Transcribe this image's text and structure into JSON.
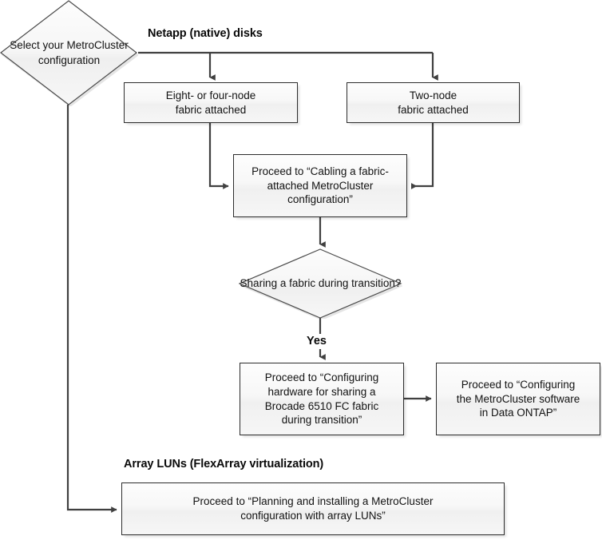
{
  "diagram": {
    "title": "MetroCluster configuration selection flowchart",
    "colors": {
      "node_fill": "#f4f4f4",
      "node_border": "#2d2d2d",
      "connector": "#404040",
      "text": "#121212"
    },
    "headings": [
      {
        "id": "netapp-disks",
        "text": "Netapp (native) disks"
      },
      {
        "id": "array-luns",
        "text": "Array LUNs (FlexArray virtualization)"
      }
    ],
    "edge_labels": [
      {
        "id": "yes",
        "text": "Yes"
      }
    ],
    "decisions": [
      {
        "id": "select-config",
        "lines": [
          "Select your",
          "MetroCluster",
          "configuration"
        ]
      },
      {
        "id": "sharing-fabric",
        "lines": [
          "Sharing a fabric",
          "during transition?"
        ]
      }
    ],
    "boxes": [
      {
        "id": "eight-or-four-node",
        "lines": [
          "Eight- or four-node",
          "fabric attached"
        ]
      },
      {
        "id": "two-node",
        "lines": [
          "Two-node",
          "fabric attached"
        ]
      },
      {
        "id": "cabling-fabric-attached",
        "lines": [
          "Proceed to “Cabling a fabric-",
          "attached MetroCluster",
          "configuration”"
        ]
      },
      {
        "id": "configuring-hardware-sharing",
        "lines": [
          "Proceed to “Configuring",
          "hardware for sharing a",
          "Brocade 6510 FC fabric",
          "during transition”"
        ]
      },
      {
        "id": "configuring-software-ontap",
        "lines": [
          "Proceed to “Configuring",
          "the MetroCluster software",
          "in Data ONTAP”"
        ]
      },
      {
        "id": "planning-array-luns",
        "lines": [
          "Proceed to “Planning and installing a MetroCluster",
          "configuration with array LUNs”"
        ]
      }
    ]
  }
}
